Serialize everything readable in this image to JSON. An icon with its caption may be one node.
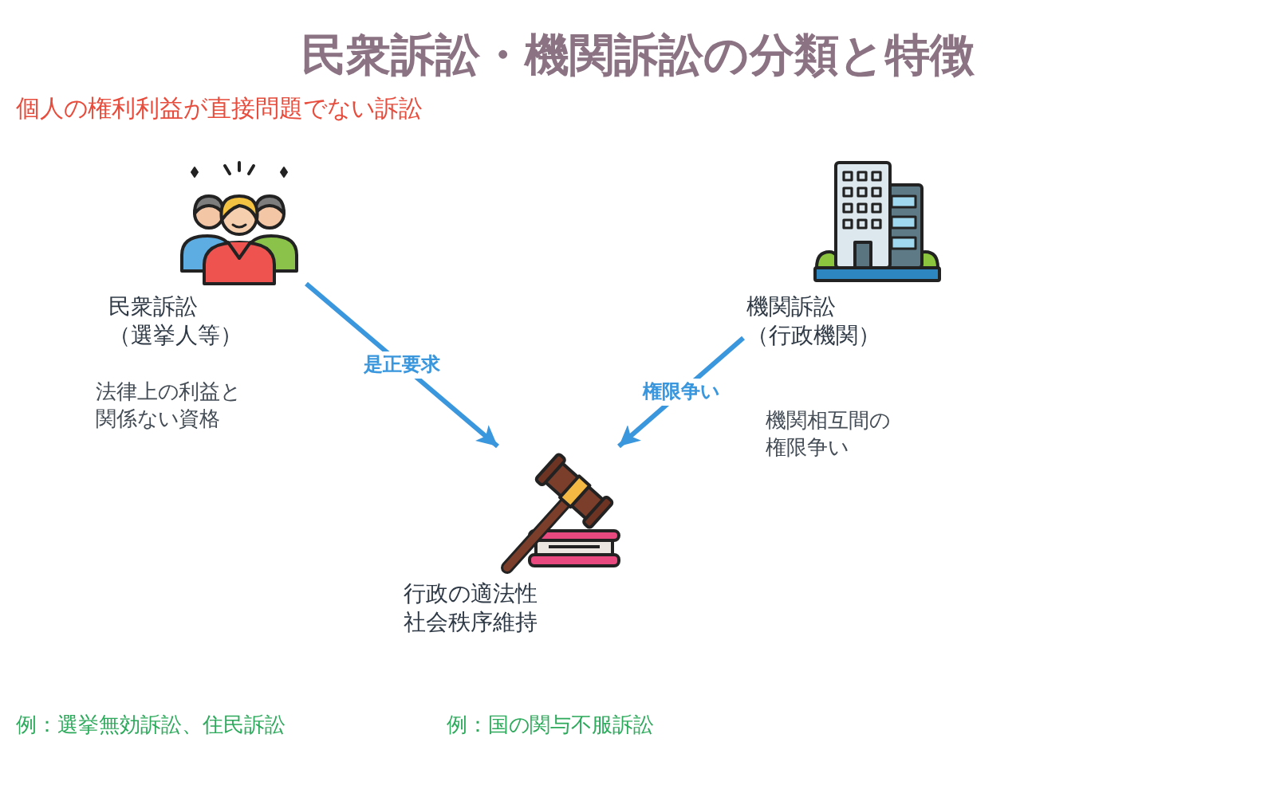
{
  "diagram": {
    "title": "民衆訴訟・機関訴訟の分類と特徴",
    "nodes": [
      {
        "text": [
          "民衆訴訟（選挙人等）"
        ],
        "beside": [
          "法律上の利益と関係ない資格"
        ]
      },
      {
        "text": [
          "機関訴訟（行政機関）"
        ],
        "beside": [
          "機関相互間の権限争い"
        ]
      },
      {
        "text": [
          "行政の適法性社会秩序維持"
        ]
      }
    ],
    "edges": [
      {
        "from": 0,
        "to": 2,
        "arrow": "to",
        "label": "是正要求"
      },
      {
        "from": 1,
        "to": 2,
        "arrow": "to",
        "label": "権限争い"
      }
    ],
    "labels": [
      "個人の権利利益が直接問題でない訴訟",
      "例：選挙無効訴訟、住民訴訟",
      "例：国の関与不服訴訟"
    ]
  }
}
